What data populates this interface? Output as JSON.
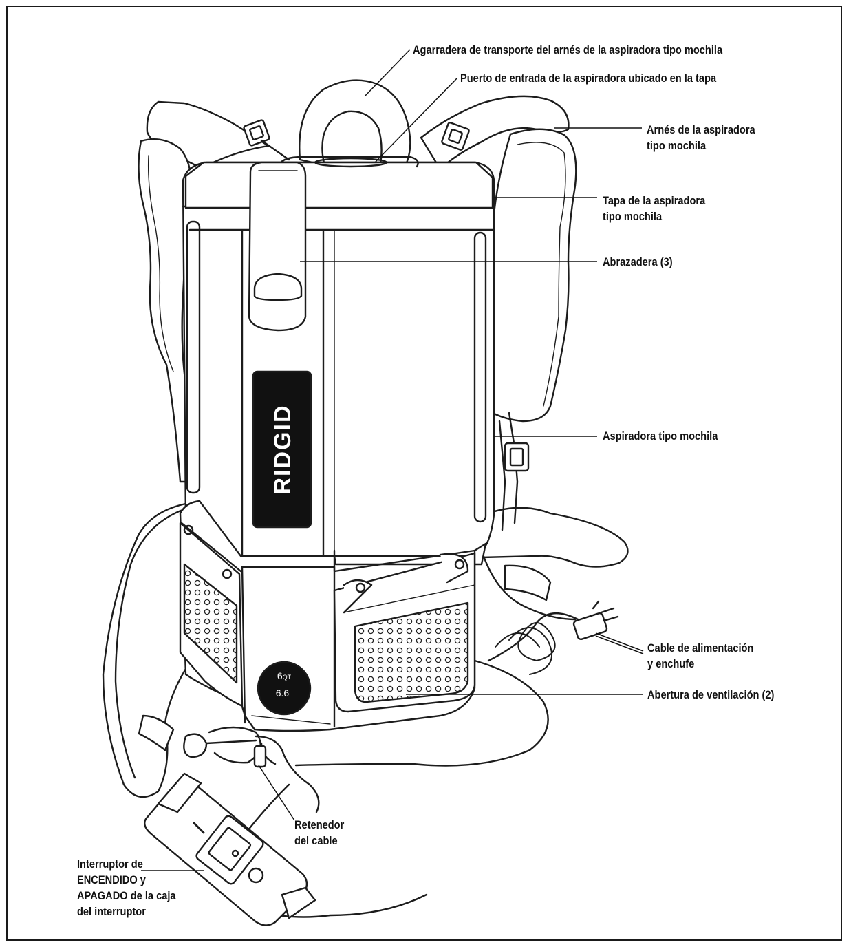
{
  "labels": {
    "carry_handle": "Agarradera de transporte del arnés de la aspiradora tipo mochila",
    "inlet_port": "Puerto de entrada de la aspiradora ubicado en la tapa",
    "harness_line1": "Arnés de la aspiradora",
    "harness_line2": "tipo mochila",
    "lid_line1": "Tapa de la aspiradora",
    "lid_line2": "tipo mochila",
    "clamp": "Abrazadera (3)",
    "backpack_vac": "Aspiradora tipo mochila",
    "cord_line1": "Cable de alimentación",
    "cord_line2": "y enchufe",
    "vent": "Abertura de ventilación (2)",
    "retainer_line1": "Retenedor",
    "retainer_line2": "del cable",
    "switch_line1": "Interruptor de",
    "switch_line2": "ENCENDIDO y",
    "switch_line3": "APAGADO de la caja",
    "switch_line4": "del interruptor"
  },
  "product": {
    "brand": "RIDGID",
    "capacity_qt": "6",
    "capacity_qt_unit": "QT",
    "capacity_l": "6.6",
    "capacity_l_unit": "L"
  }
}
